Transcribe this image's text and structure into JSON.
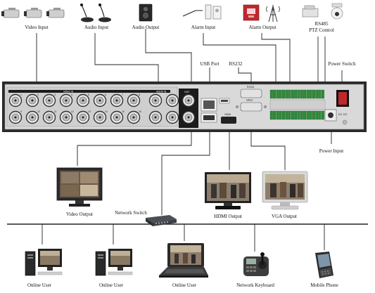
{
  "top_labels": {
    "video_input": "Video Input",
    "audio_input": "Audio Input",
    "audio_output": "Audio Output",
    "alarm_input": "Alarm Input",
    "alarm_output": "Alarm Output",
    "rs485": "RS485",
    "ptz_control": "PTZ Control"
  },
  "port_labels": {
    "usb_port": "USB Port",
    "rs232": "RS232",
    "power_switch": "Power Switch",
    "power_input": "Power Input",
    "vga_port": "VGA",
    "hdmi_port": "HDMI",
    "dc_label": "DC 12V",
    "video_in_panel": "VIDEO IN",
    "audio_in_panel": "AUDIO IN",
    "out_panel": "OUT",
    "rs232_panel": "RS232"
  },
  "bottom_labels": {
    "video_output": "Video Output",
    "network_switch": "Network Switch",
    "hdmi_output": "HDMI Output",
    "vga_output": "VGA Output",
    "online_user_1": "Online User",
    "online_user_2": "Online User",
    "online_user_3": "Online User",
    "network_keyboard": "Network Keyboard",
    "mobile_phone": "Mobile Phone"
  },
  "bnc_numbers_top": [
    "1",
    "2",
    "3",
    "4",
    "5",
    "6",
    "7",
    "8"
  ],
  "bnc_numbers_bottom": [
    "9",
    "10",
    "11",
    "12",
    "13",
    "14",
    "15",
    "16"
  ],
  "colors": {
    "line": "#222222",
    "panel_fill": "#d9d9d9",
    "panel_dark": "#1b1b1b",
    "terminal_green": "#2e8b3a",
    "alarm_red": "#c0272d"
  }
}
